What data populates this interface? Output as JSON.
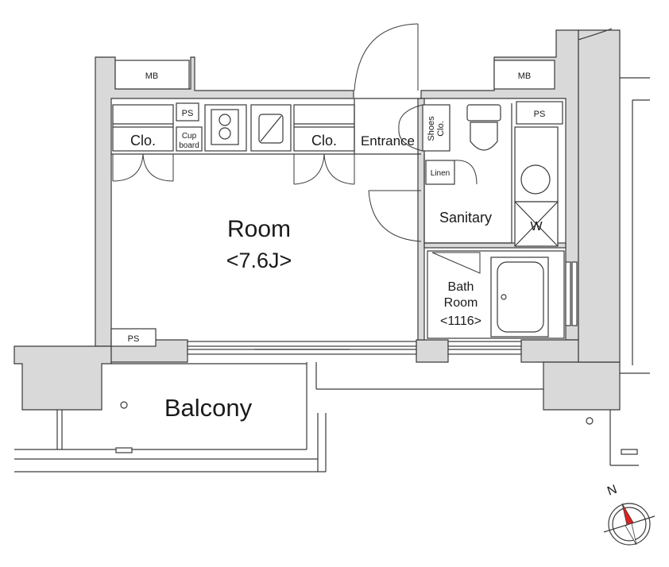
{
  "labels": {
    "mb_left": "MB",
    "mb_right": "MB",
    "ps_kitchen": "PS",
    "ps_sanitary": "PS",
    "ps_room": "PS",
    "clo_left": "Clo.",
    "cupboard_1": "Cup",
    "cupboard_2": "board",
    "clo_right": "Clo.",
    "entrance": "Entrance",
    "shoes_1": "Shoes",
    "shoes_2": "Clo.",
    "linen": "Linen",
    "sanitary": "Sanitary",
    "washer": "W",
    "room_name": "Room",
    "room_size": "<7.6J>",
    "bath_1": "Bath",
    "bath_2": "Room",
    "bath_3": "<1116>",
    "balcony": "Balcony",
    "compass_north": "N"
  },
  "colors": {
    "wall_fill": "#d9d9d9",
    "line": "#3a3a3a",
    "compass_red": "#e02020"
  }
}
